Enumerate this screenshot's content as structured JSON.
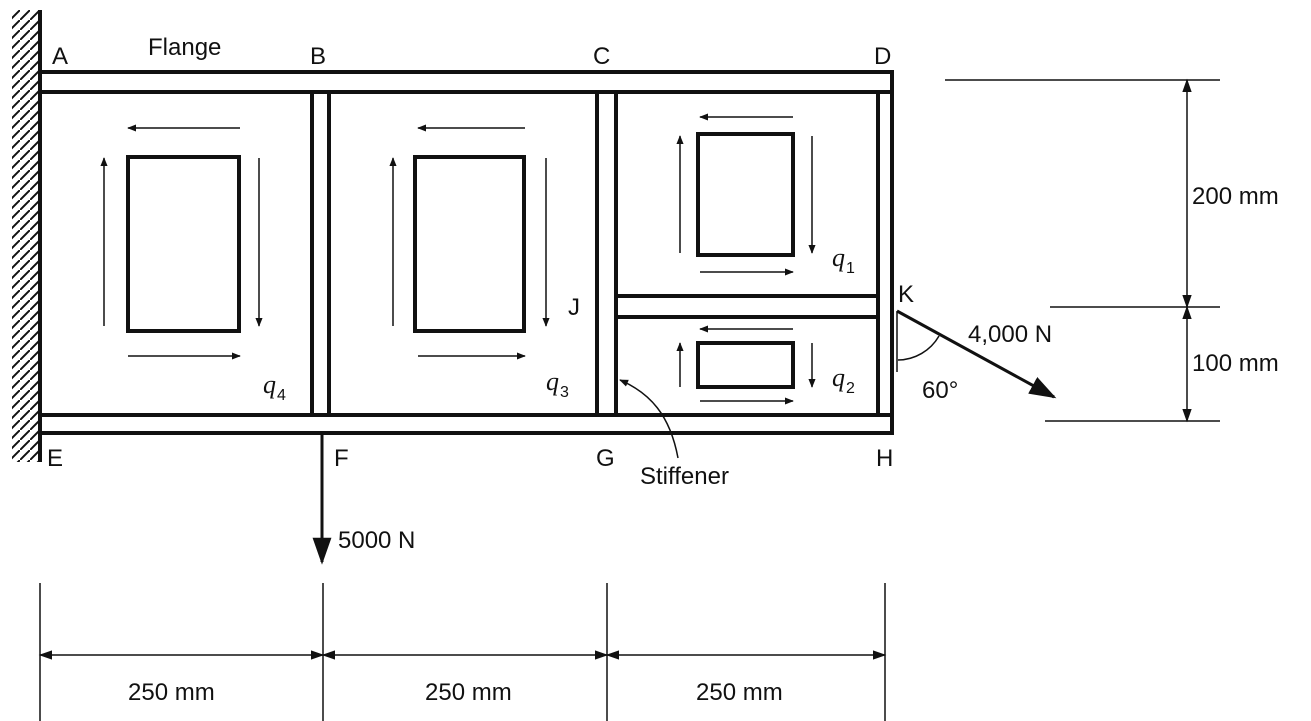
{
  "points": {
    "A": "A",
    "B": "B",
    "C": "C",
    "D": "D",
    "E": "E",
    "F": "F",
    "G": "G",
    "H": "H",
    "J": "J",
    "K": "K"
  },
  "labels": {
    "flange": "Flange",
    "stiffener": "Stiffener"
  },
  "shear_flows": {
    "q1": {
      "symbol": "q",
      "sub": "1"
    },
    "q2": {
      "symbol": "q",
      "sub": "2"
    },
    "q3": {
      "symbol": "q",
      "sub": "3"
    },
    "q4": {
      "symbol": "q",
      "sub": "4"
    }
  },
  "loads": {
    "vertical": "5000 N",
    "inclined": "4,000 N",
    "angle": "60°"
  },
  "dimensions": {
    "h1": "200 mm",
    "h2": "100 mm",
    "w1": "250 mm",
    "w2": "250 mm",
    "w3": "250 mm"
  }
}
